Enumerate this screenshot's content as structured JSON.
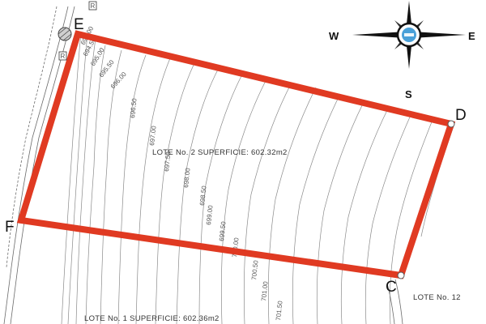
{
  "colors": {
    "boundary": "#e03a22",
    "contour": "#8a8a8a",
    "compass_center": "#4aa0d8"
  },
  "icons": {
    "compass": "north-arrow-compass-rose-icon",
    "survey_marker": "survey-monument-icon"
  },
  "map": {
    "corners": {
      "e": "E",
      "d": "D",
      "c": "C",
      "f": "F"
    },
    "lots": {
      "lot2": "LOTE No. 2 SUPERFICIE: 602.32m2",
      "lot1": "LOTE No. 1 SUPERFICIE: 602.36m2",
      "lot12": "LOTE No. 12"
    },
    "contours": [
      "694.00",
      "694.50",
      "695.00",
      "695.50",
      "696.00",
      "696.50",
      "697.00",
      "697.50",
      "698.00",
      "698.50",
      "699.00",
      "699.50",
      "700.00",
      "700.50",
      "701.00",
      "701.50"
    ],
    "road_marks": [
      "R",
      "R"
    ]
  },
  "compass": {
    "west": "W",
    "east": "E",
    "south": "S"
  }
}
